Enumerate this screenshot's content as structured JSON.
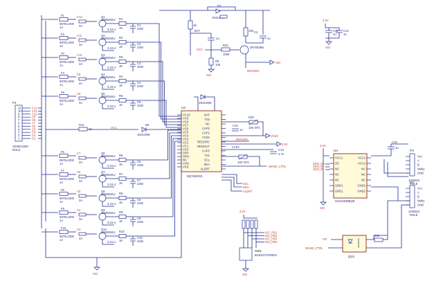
{
  "connector_p1": {
    "ref": "P1",
    "part": "SS05G4280",
    "sub": "ROLE",
    "pins": [
      "11",
      "10",
      "9",
      "8",
      "7",
      "6",
      "5",
      "4",
      "3",
      "2",
      "1"
    ]
  },
  "nets": {
    "c12": "C12",
    "c11": "C11",
    "c10": "C10",
    "c9": "C9",
    "c8": "C8",
    "c7": "C7",
    "c6": "C6",
    "c5": "C5",
    "c4": "C4",
    "c3": "C3",
    "c2": "C2",
    "c1": "C1",
    "c13": "C13",
    "c14": "C14",
    "vcc": "VCC"
  },
  "cells": [
    {
      "fuse": "F1",
      "fuse_val": "1A",
      "res": "R",
      "res_val": "0670L1000",
      "mos": "Q1",
      "mos_val": "2N8026SU",
      "ptc": "3A",
      "rb": "3.15 U",
      "cap": "C1",
      "cap_val": "220n",
      "r2": "R1",
      "r2_val": "1K"
    },
    {
      "fuse": "F2",
      "fuse_val": "1A",
      "res": "R",
      "res_val": "0670L1000",
      "mos": "Q2",
      "mos_val": "2N8026SU",
      "ptc": "3A",
      "rb": "3.15 U",
      "cap": "C2",
      "cap_val": "220n",
      "r2": "R2",
      "r2_val": "1K"
    },
    {
      "fuse": "F3",
      "fuse_val": "1A",
      "res": "R",
      "res_val": "0670L1000",
      "mos": "Q3",
      "mos_val": "2N8026SU",
      "ptc": "3A",
      "rb": "3.15 U",
      "cap": "C3",
      "cap_val": "220n",
      "r2": "R3",
      "r2_val": "1K"
    },
    {
      "fuse": "F4",
      "fuse_val": "1A",
      "res": "R",
      "res_val": "0670L1000",
      "mos": "Q4",
      "mos_val": "2N8026SU",
      "ptc": "3A",
      "rb": "3.15 U",
      "cap": "C4",
      "cap_val": "220n",
      "r2": "R4",
      "r2_val": "1K"
    },
    {
      "fuse": "F5",
      "fuse_val": "1A",
      "res": "R",
      "res_val": "0670L1000",
      "mos": "Q5",
      "mos_val": "2N8026SU",
      "ptc": "3A",
      "rb": "3.15 U",
      "cap": "C5",
      "cap_val": "220n",
      "r2": "R5",
      "r2_val": "1K"
    },
    {
      "fuse": "F6",
      "fuse_val": "1A",
      "res": "R",
      "res_val": "0670L1000",
      "mos": "Q6",
      "mos_val": "2N8026SU",
      "ptc": "3A",
      "rb": "3.15 U",
      "cap": "C6",
      "cap_val": "220n",
      "r2": "R6",
      "r2_val": "1K"
    },
    {
      "fuse": "F7",
      "fuse_val": "1A",
      "res": "R",
      "res_val": "0670L1000",
      "mos": "Q7",
      "mos_val": "2N8026SU",
      "ptc": "3A",
      "rb": "3.15 U",
      "cap": "C7",
      "cap_val": "220n",
      "r2": "R7",
      "r2_val": "1K"
    },
    {
      "fuse": "F8",
      "fuse_val": "1A",
      "res": "R",
      "res_val": "0670L1000",
      "mos": "Q8",
      "mos_val": "2N8026SU",
      "ptc": "3A",
      "rb": "3.15 U",
      "cap": "C8",
      "cap_val": "220n",
      "r2": "R8",
      "r2_val": "1K"
    },
    {
      "fuse": "F9",
      "fuse_val": "1A",
      "res": "R",
      "res_val": "0670L1000",
      "mos": "Q9",
      "mos_val": "2N8026SU",
      "ptc": "3A",
      "rb": "3.15 U",
      "cap": "C9",
      "cap_val": "220n",
      "r2": "R9",
      "r2_val": "1K"
    },
    {
      "fuse": "F10",
      "fuse_val": "1A",
      "res": "R",
      "res_val": "0670L1000",
      "mos": "Q10",
      "mos_val": "2N8026SU",
      "ptc": "3A",
      "rb": "3.15 U",
      "cap": "C10",
      "cap_val": "220n",
      "r2": "R10",
      "r2_val": "1K"
    }
  ],
  "mid_cells": {
    "r11": "R11",
    "r11_val": "1K",
    "d": "D8",
    "d_val": "1N4148W",
    "d2": "D1",
    "d2_val": "1N4148W"
  },
  "u2": {
    "ref": "U2",
    "part": "BQ7693003",
    "left_pins": [
      "VC10",
      "VC9",
      "VC8",
      "VC7",
      "VC6",
      "VC5",
      "VC4",
      "VC3",
      "VC2",
      "VC1",
      "VC0",
      "SRP",
      "SRN",
      "NC",
      "CHG",
      "VSS"
    ],
    "right_pins": [
      "BAT",
      "TS2",
      "NC",
      "CAP2",
      "CAP1",
      "VC5X",
      "REGSRC",
      "REGOUT",
      "CAP3",
      "TS1",
      "SCL",
      "SDA",
      "ALERT"
    ]
  },
  "top_section": {
    "d_top": "D3",
    "d_top_val": "1N4148W",
    "r_a": "R",
    "r_a_val": "1K",
    "bat": "BAT",
    "c_top": "C",
    "c_top_val": "1u",
    "r_b": "R9",
    "r_b_val": "10K",
    "r_c": "R",
    "r_c_val": "10K",
    "r_d": "R30",
    "r_d_val": "100K",
    "c_e": "C2",
    "c_e_val": "1u",
    "q_top": "Q",
    "q_top_val": "2N7002BK",
    "regsrc": "REGSRC",
    "vcc": "VCC",
    "sig": "SIG"
  },
  "right_net": {
    "r_ntc1": "R29",
    "r_ntc1_val": "10K NTC",
    "c_mid": "C10",
    "c_mid_val": "1u",
    "vc5x": "VC5X",
    "regout": "REGOUT",
    "v33": "3.3V",
    "cap1": "CAP1",
    "c13": "C13",
    "c13_val": "4.7u",
    "r_ntc2": "R",
    "r_ntc2_val": "10K NTC",
    "wake": "WAKE_CTRL",
    "scl": "SCL",
    "sda": "SDA",
    "alert": "ALERT"
  },
  "top_right": {
    "v33": "3.3V",
    "c_a": "C11",
    "c_a_val": "1u",
    "c_b": "C12",
    "c_b_val": "1u",
    "gnd": "SIG"
  },
  "iso": {
    "ref": "U4",
    "part": "ISO1540DBQR",
    "c": "C16",
    "c_val": "1u",
    "v": "3.3V",
    "left_pins": [
      "VCC1",
      "OE",
      "NC",
      "NC",
      "NC",
      "GND1",
      "GND1"
    ],
    "right_pins": [
      "VCC2",
      "VCC2",
      "NC",
      "NC",
      "NC",
      "GND2",
      "GND2"
    ],
    "left_nets": [
      "SDO_DE",
      "SDO_D",
      "SDO_R"
    ],
    "p3": {
      "ref": "P3",
      "part": "1040510",
      "pins": [
        "Vcc",
        "A",
        "B",
        "Wake",
        "GND"
      ],
      "sub": "ROLE"
    },
    "p4": {
      "ref": "P4",
      "part": "1040510",
      "pins": [
        "Vcc",
        "A",
        "B",
        "Wake",
        "GND"
      ],
      "sub": "ROLE"
    },
    "sig": "SIG"
  },
  "opto": {
    "ref": "Q13",
    "sig": "CIF",
    "wake": "WAKE_CTRL",
    "r": "R",
    "r_val": "33K",
    "r2": "R",
    "r2_val": "1K"
  },
  "dip": {
    "ref": "SW1",
    "part": "BCB1072700004",
    "v": "3.3V",
    "nets": [
      "ISC_PB1",
      "ISC_PB2",
      "ISC_PB3",
      "ISC_PB4"
    ],
    "r_vals": [
      "10K",
      "10K",
      "10K",
      "10K"
    ]
  },
  "ground": {
    "label": "SIG"
  }
}
